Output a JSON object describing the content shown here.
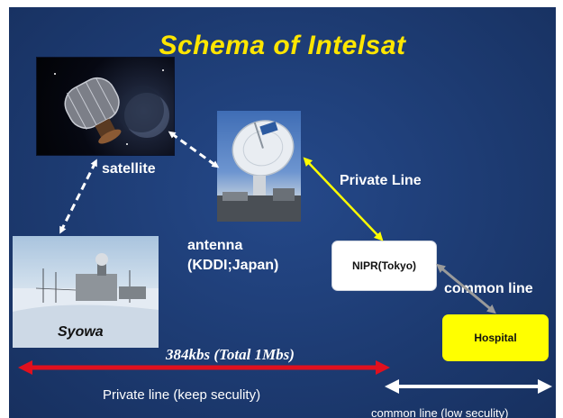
{
  "title": "Schema of Intelsat",
  "nodes": {
    "satellite": "satellite",
    "antenna_line1": "antenna",
    "antenna_line2": "(KDDI;Japan)",
    "syowa": "Syowa",
    "nipr": "NIPR(Tokyo)",
    "hospital": "Hospital"
  },
  "links": {
    "private_line": "Private Line",
    "common_line": "common line",
    "rate": "384kbs (Total 1Mbs)",
    "bottom_left": "Private line (keep seculity)",
    "bottom_right": "common line (low seculity)"
  },
  "colors": {
    "background": "#1d3b72",
    "title": "#ffe600",
    "private_line_arrow": "#ffff00",
    "common_line_arrow": "#9a9a9a",
    "rate_arrow": "#e0101e",
    "low_security_arrow": "#ffffff",
    "hospital_fill": "#ffff00",
    "nipr_fill": "#ffffff"
  }
}
